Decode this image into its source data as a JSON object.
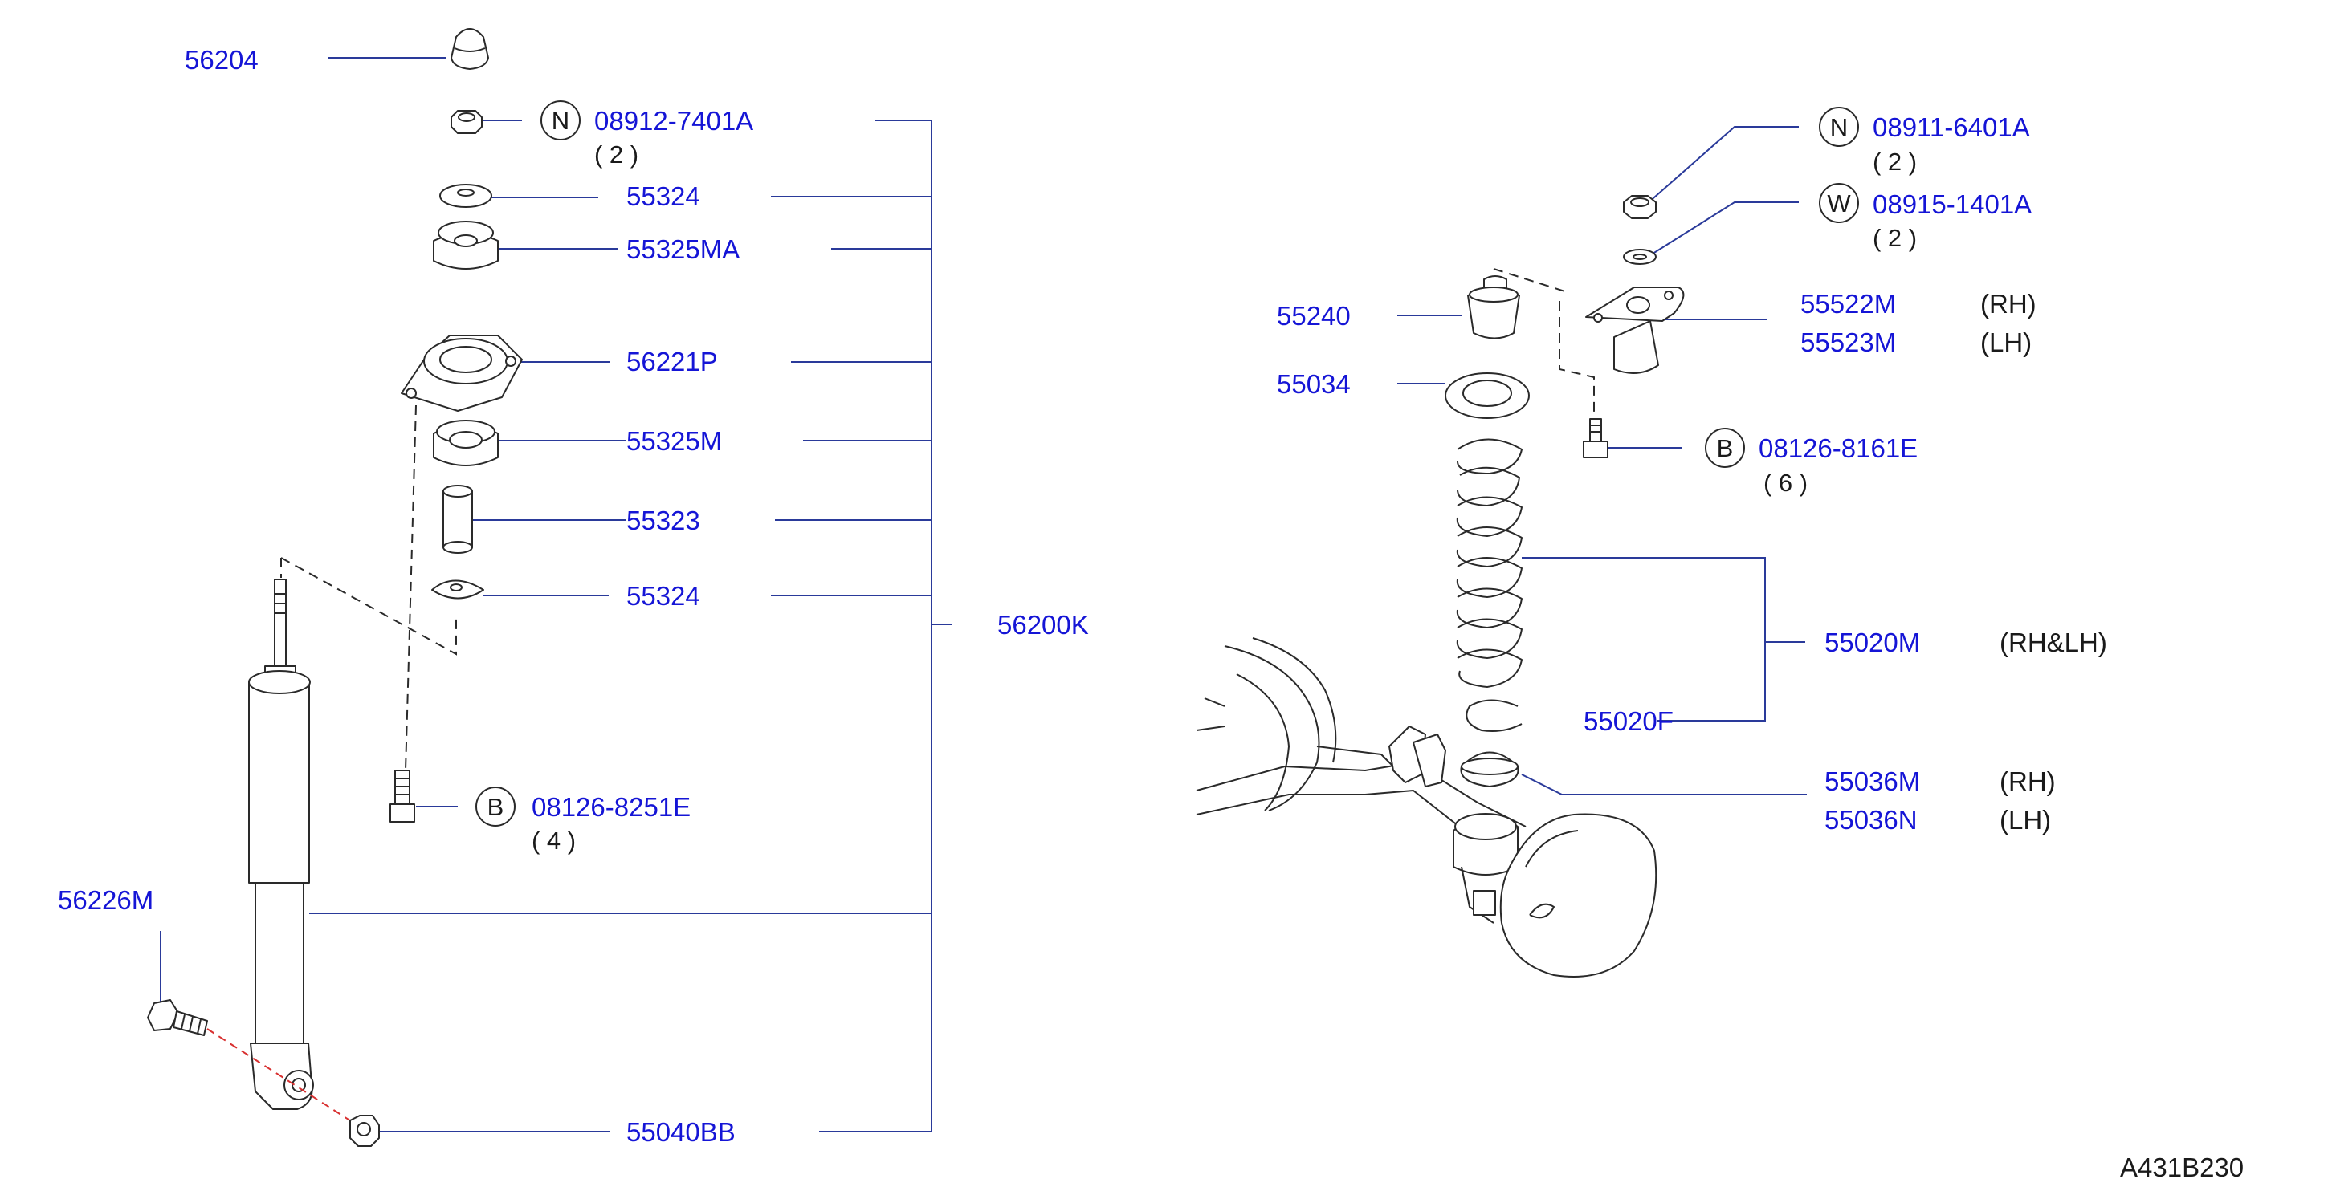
{
  "labels": {
    "p56204": "56204",
    "p08912": "08912-7401A",
    "q08912": "( 2 )",
    "p55324a": "55324",
    "p55325MA": "55325MA",
    "p56221P": "56221P",
    "p55325M": "55325M",
    "p55323": "55323",
    "p55324b": "55324",
    "p56200K": "56200K",
    "p08126_8251": "08126-8251E",
    "q08126_8251": "( 4 )",
    "p56226M": "56226M",
    "p55040BB": "55040BB",
    "p08911": "08911-6401A",
    "q08911": "( 2 )",
    "p08915": "08915-1401A",
    "q08915": "( 2 )",
    "p55240": "55240",
    "p55522M": "55522M",
    "s55522M": "(RH)",
    "p55523M": "55523M",
    "s55523M": "(LH)",
    "p55034": "55034",
    "p08126_8161": "08126-8161E",
    "q08126_8161": "( 6 )",
    "p55020M": "55020M",
    "s55020M": "(RH&LH)",
    "p55020F": "55020F",
    "p55036M": "55036M",
    "s55036M": "(RH)",
    "p55036N": "55036N",
    "s55036N": "(LH)",
    "diagram_code": "A431B230"
  },
  "markers": {
    "n_left": "N",
    "b_left": "B",
    "n_right": "N",
    "w_right": "W",
    "b_right": "B"
  },
  "colors": {
    "part_number": "#1515d6",
    "drawing": "#2a2a2a",
    "leader": "#2a3a9a",
    "alignment_dash": "#d83030"
  }
}
